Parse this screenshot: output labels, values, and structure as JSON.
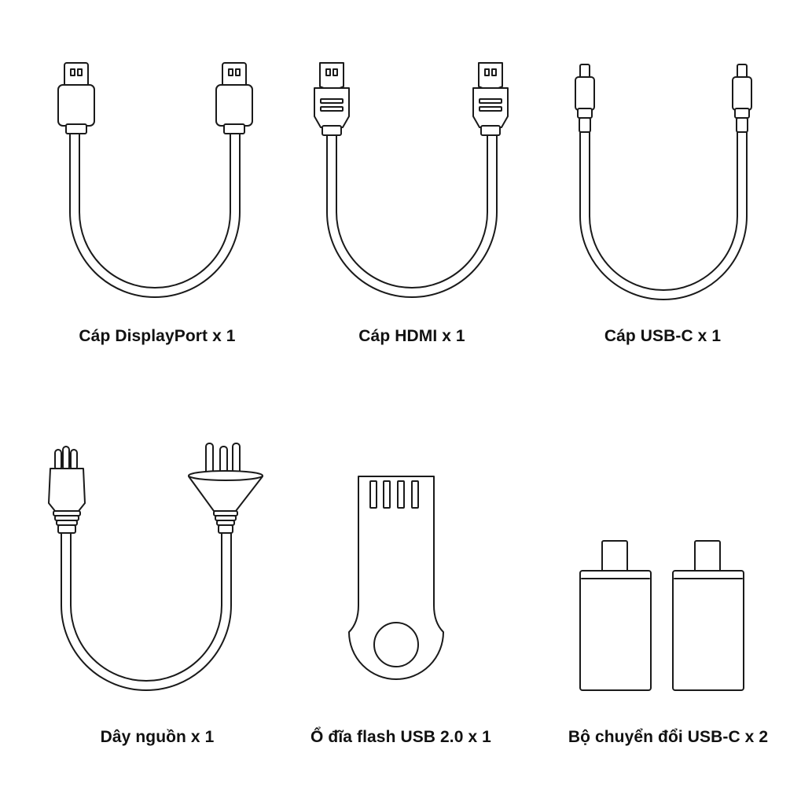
{
  "accessories": {
    "displayport": {
      "label": "Cáp DisplayPort x 1",
      "icon": "displayport-cable-icon"
    },
    "hdmi": {
      "label": "Cáp HDMI x 1",
      "icon": "hdmi-cable-icon"
    },
    "usbc_cable": {
      "label": "Cáp USB-C x 1",
      "icon": "usb-c-cable-icon"
    },
    "power": {
      "label": "Dây nguồn x 1",
      "icon": "power-cord-icon"
    },
    "flash": {
      "label": "Ổ đĩa flash USB 2.0 x 1",
      "icon": "usb-flash-drive-icon"
    },
    "adapter": {
      "label": "Bộ chuyển đổi USB-C x 2",
      "icon": "usb-c-adapter-icon"
    }
  },
  "colors": {
    "line": "#1a1a1a",
    "background": "#ffffff",
    "text": "#111111"
  }
}
